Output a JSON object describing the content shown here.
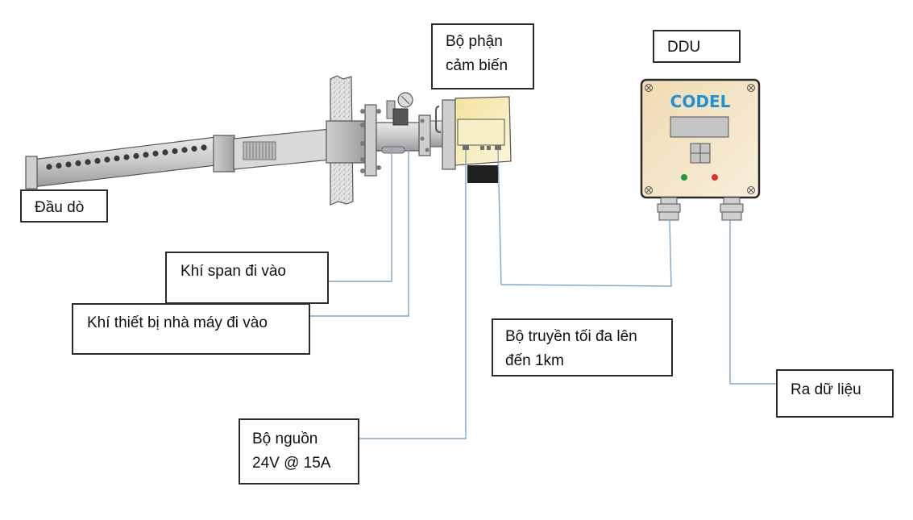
{
  "diagram": {
    "labels": {
      "probe": "Đầu dò",
      "sensor_line1": "Bộ phận",
      "sensor_line2": "cảm biến",
      "ddu": "DDU",
      "span_gas": "Khí span đi vào",
      "plant_gas": "Khí thiết bị nhà máy đi vào",
      "transmission_line1": "Bộ truyền tối đa lên",
      "transmission_line2": "đến 1km",
      "power_line1": "Bộ nguồn",
      "power_line2": "24V @ 15A",
      "data_out": "Ra dữ liệu"
    },
    "ddu_device": {
      "brand": "CODEL",
      "indicator_colors": [
        "#1f9a3c",
        "#d9332b"
      ]
    },
    "colors": {
      "connector": "#7fa6c6",
      "logo": "#1f8fd6",
      "ddu_body": "#f3e5c4",
      "sensor_body": "#f6e9b2"
    }
  }
}
